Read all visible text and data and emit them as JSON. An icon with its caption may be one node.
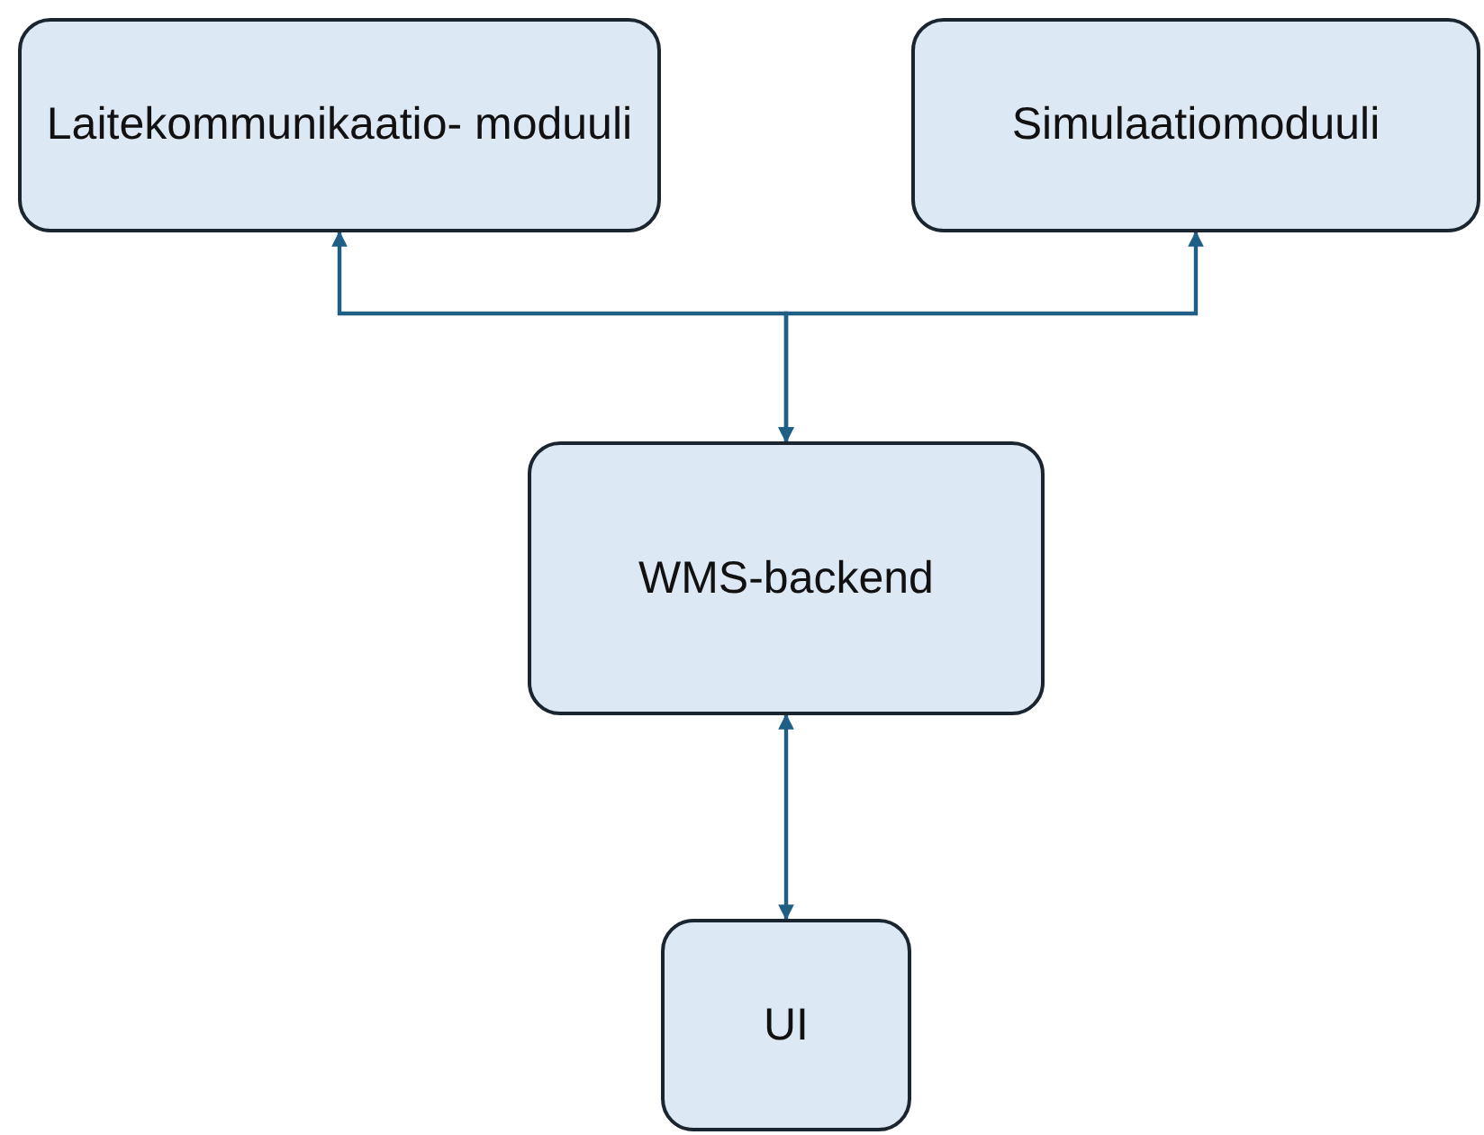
{
  "diagram": {
    "nodes": [
      {
        "text": [
          "Laitekommunikaatio- moduuli"
        ]
      },
      {
        "text": [
          "Simulaatiomoduuli"
        ]
      },
      {
        "text": [
          "WMS-backend"
        ]
      },
      {
        "text": [
          "UI"
        ]
      }
    ],
    "edges": [
      {
        "from": 2,
        "to": 0,
        "arrow": "both"
      },
      {
        "from": 2,
        "to": 1,
        "arrow": "both"
      },
      {
        "from": 2,
        "to": 3,
        "arrow": "both"
      }
    ]
  }
}
